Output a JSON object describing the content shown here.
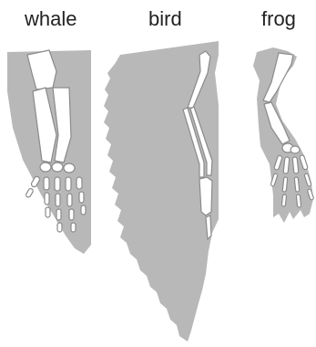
{
  "labels": {
    "whale": "whale",
    "bird": "bird",
    "frog": "frog"
  },
  "colors": {
    "background": "#ffffff",
    "tissue": "#b8b8b8",
    "bone_fill": "#ffffff",
    "bone_outline": "#8a8a8a",
    "text": "#222222"
  }
}
